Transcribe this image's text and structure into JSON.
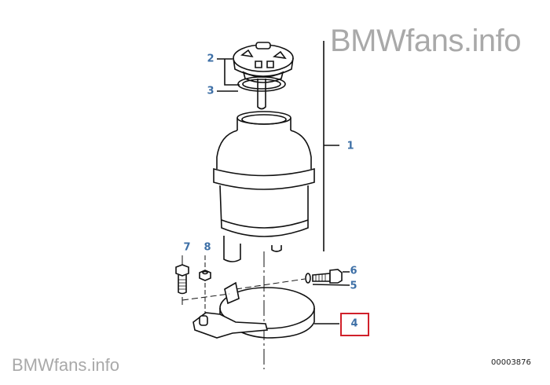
{
  "watermark_top": "BMWfans.info",
  "watermark_bottom": "BMWfans.info",
  "diagram_code": "00003876",
  "labels": {
    "p1": "1",
    "p2": "2",
    "p3": "3",
    "p4": "4",
    "p5": "5",
    "p6": "6",
    "p7": "7",
    "p8": "8"
  },
  "colors": {
    "label": "#3d6fa6",
    "highlight": "#d0202a",
    "watermark": "#a9a9a9"
  },
  "highlighted_part": "4"
}
